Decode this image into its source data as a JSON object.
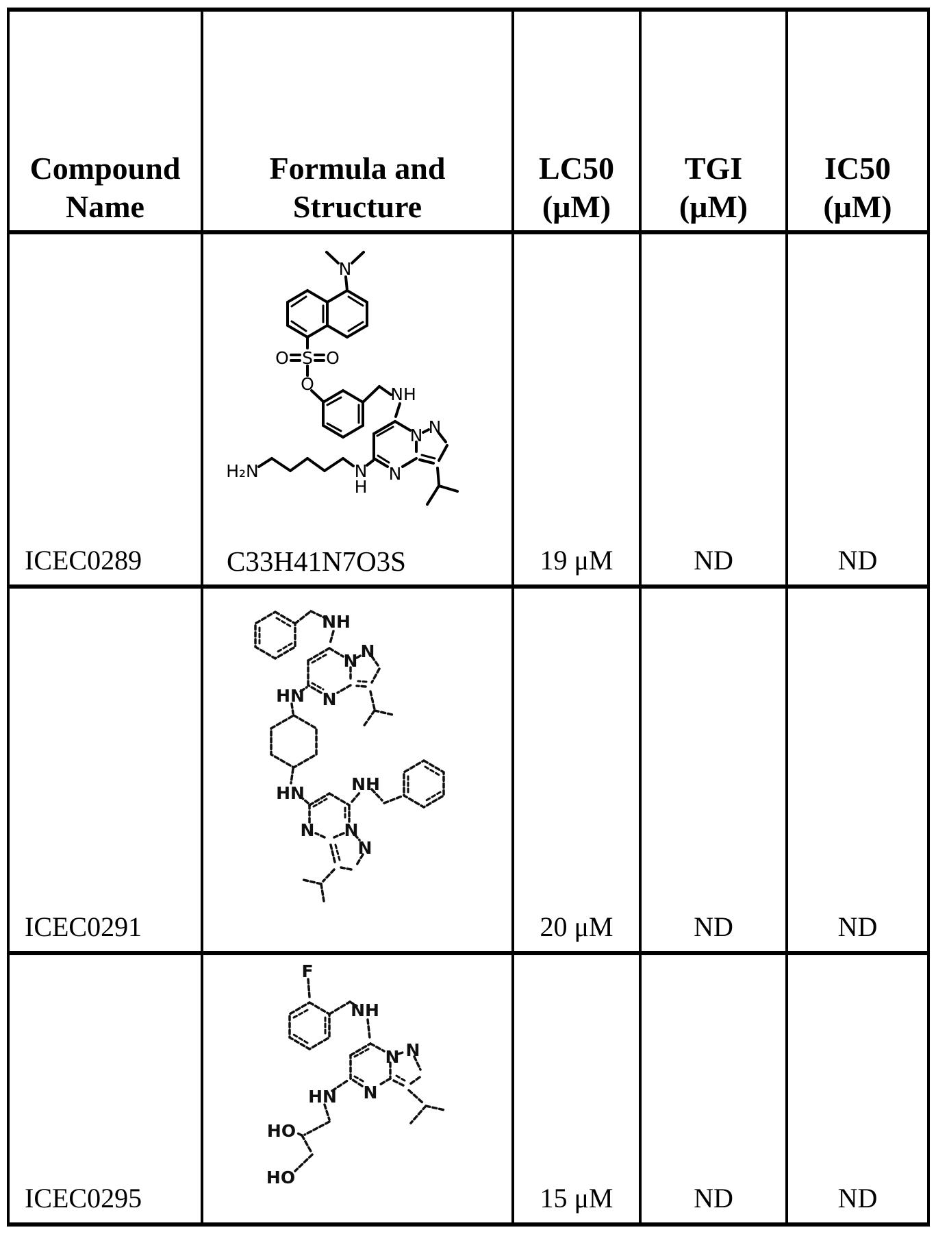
{
  "table": {
    "headers": [
      {
        "line1": "Compound",
        "line2": "Name"
      },
      {
        "line1": "Formula and",
        "line2": "Structure"
      },
      {
        "line1": "LC50",
        "line2": "(μM)"
      },
      {
        "line1": "TGI",
        "line2": "(μM)"
      },
      {
        "line1": "IC50",
        "line2": "(μM)"
      }
    ],
    "rows": [
      {
        "name": "ICEC0289",
        "formula": "C33H41N7O3S",
        "lc50": "19 μM",
        "tgi": "ND",
        "ic50": "ND"
      },
      {
        "name": "ICEC0291",
        "formula": "",
        "lc50": "20 μM",
        "tgi": "ND",
        "ic50": "ND"
      },
      {
        "name": "ICEC0295",
        "formula": "",
        "lc50": "15 μM",
        "tgi": "ND",
        "ic50": "ND"
      }
    ]
  },
  "structures": {
    "s1": {
      "compound": "ICEC0289",
      "labels": [
        "N",
        "S",
        "O",
        "O",
        "O",
        "NH",
        "N",
        "N",
        "N",
        "H₂N",
        "N",
        "H"
      ]
    },
    "s2": {
      "compound": "ICEC0291",
      "labels": [
        "NH",
        "N",
        "N",
        "N",
        "HN",
        "HN",
        "N",
        "N",
        "N",
        "NH"
      ]
    },
    "s3": {
      "compound": "ICEC0295",
      "labels": [
        "F",
        "NH",
        "N",
        "N",
        "N",
        "HN",
        "HO",
        "HO"
      ]
    }
  }
}
